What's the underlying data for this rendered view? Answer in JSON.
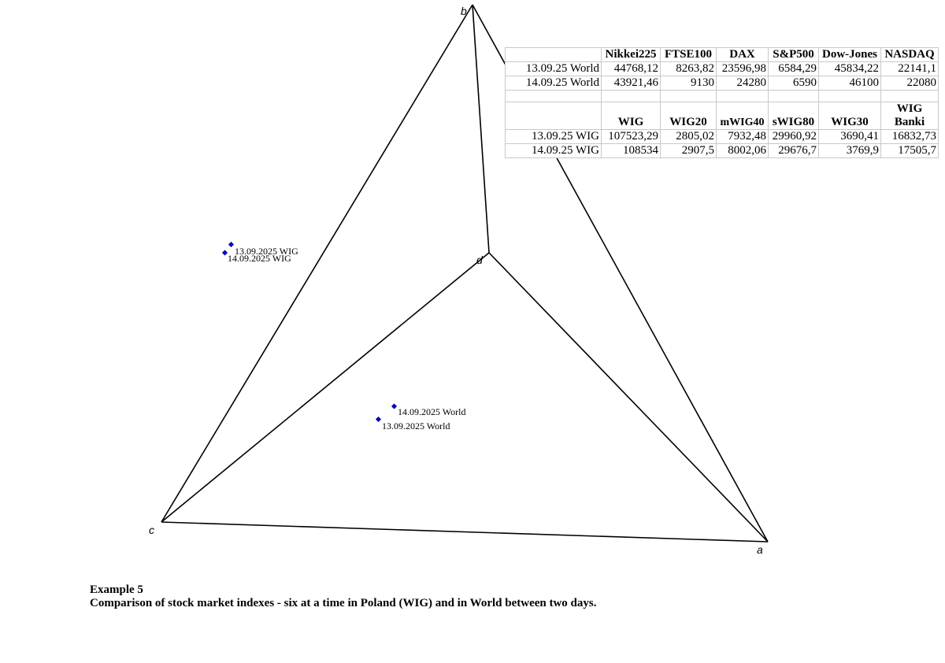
{
  "vertices": {
    "a": "a",
    "b": "b",
    "c": "c",
    "d": "d"
  },
  "points": [
    {
      "label": "13.09.2025 WIG"
    },
    {
      "label": "14.09.2025 WIG"
    },
    {
      "label": "14.09.2025 World"
    },
    {
      "label": "13.09.2025 World"
    }
  ],
  "table": {
    "world_headers": [
      "Nikkei225",
      "FTSE100",
      "DAX",
      "S&P500",
      "Dow-Jones",
      "NASDAQ"
    ],
    "world_rows": [
      {
        "label": "13.09.25 World",
        "values": [
          "44768,12",
          "8263,82",
          "23596,98",
          "6584,29",
          "45834,22",
          "22141,1"
        ]
      },
      {
        "label": "14.09.25 World",
        "values": [
          "43921,46",
          "9130",
          "24280",
          "6590",
          "46100",
          "22080"
        ]
      }
    ],
    "wig_headers": [
      "WIG",
      "WIG20",
      "mWIG40",
      "sWIG80",
      "WIG30",
      "WIG\nBanki"
    ],
    "wig_rows": [
      {
        "label": "13.09.25 WIG",
        "values": [
          "107523,29",
          "2805,02",
          "7932,48",
          "29960,92",
          "3690,41",
          "16832,73"
        ]
      },
      {
        "label": "14.09.25 WIG",
        "values": [
          "108534",
          "2907,5",
          "8002,06",
          "29676,7",
          "3769,9",
          "17505,7"
        ]
      }
    ]
  },
  "caption": {
    "title": "Example 5",
    "text": "Comparison of stock market indexes - six at a time in Poland (WIG) and in World between two days."
  }
}
